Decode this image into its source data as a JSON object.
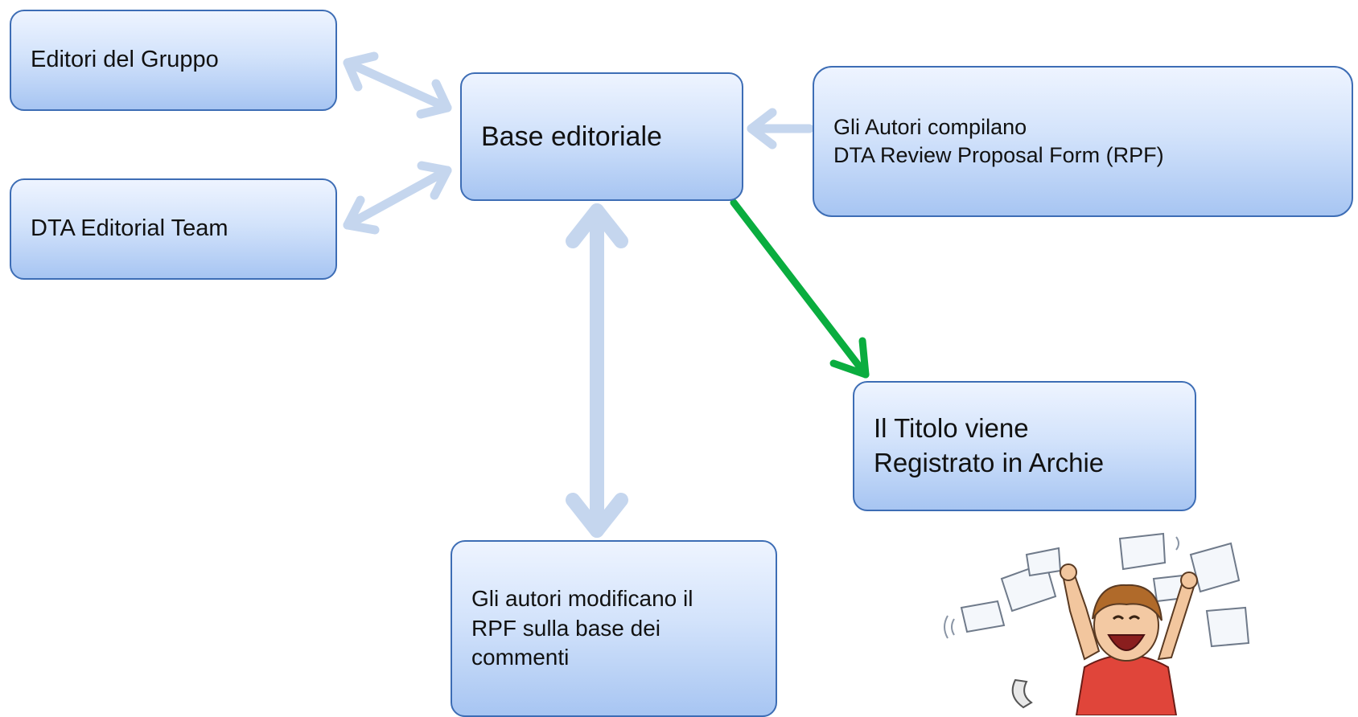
{
  "nodes": {
    "editori": "Editori del Gruppo",
    "team": "DTA  Editorial Team",
    "base": "Base editoriale",
    "autori": "Gli Autori compilano\nDTA Review Proposal Form (RPF)",
    "titolo": "Il Titolo viene\nRegistrato in Archie",
    "modifica": "Gli autori modificano il\nRPF sulla base dei\ncommenti"
  },
  "edges": [
    {
      "from": "editori",
      "to": "base",
      "direction": "both",
      "color": "#c5d6ee"
    },
    {
      "from": "team",
      "to": "base",
      "direction": "both",
      "color": "#c5d6ee"
    },
    {
      "from": "autori",
      "to": "base",
      "direction": "forward",
      "color": "#c5d6ee"
    },
    {
      "from": "base",
      "to": "modifica",
      "direction": "both",
      "color": "#c5d6ee"
    },
    {
      "from": "base",
      "to": "titolo",
      "direction": "forward",
      "color": "#0aad3f"
    }
  ],
  "illustration": "celebrating-person-with-papers"
}
